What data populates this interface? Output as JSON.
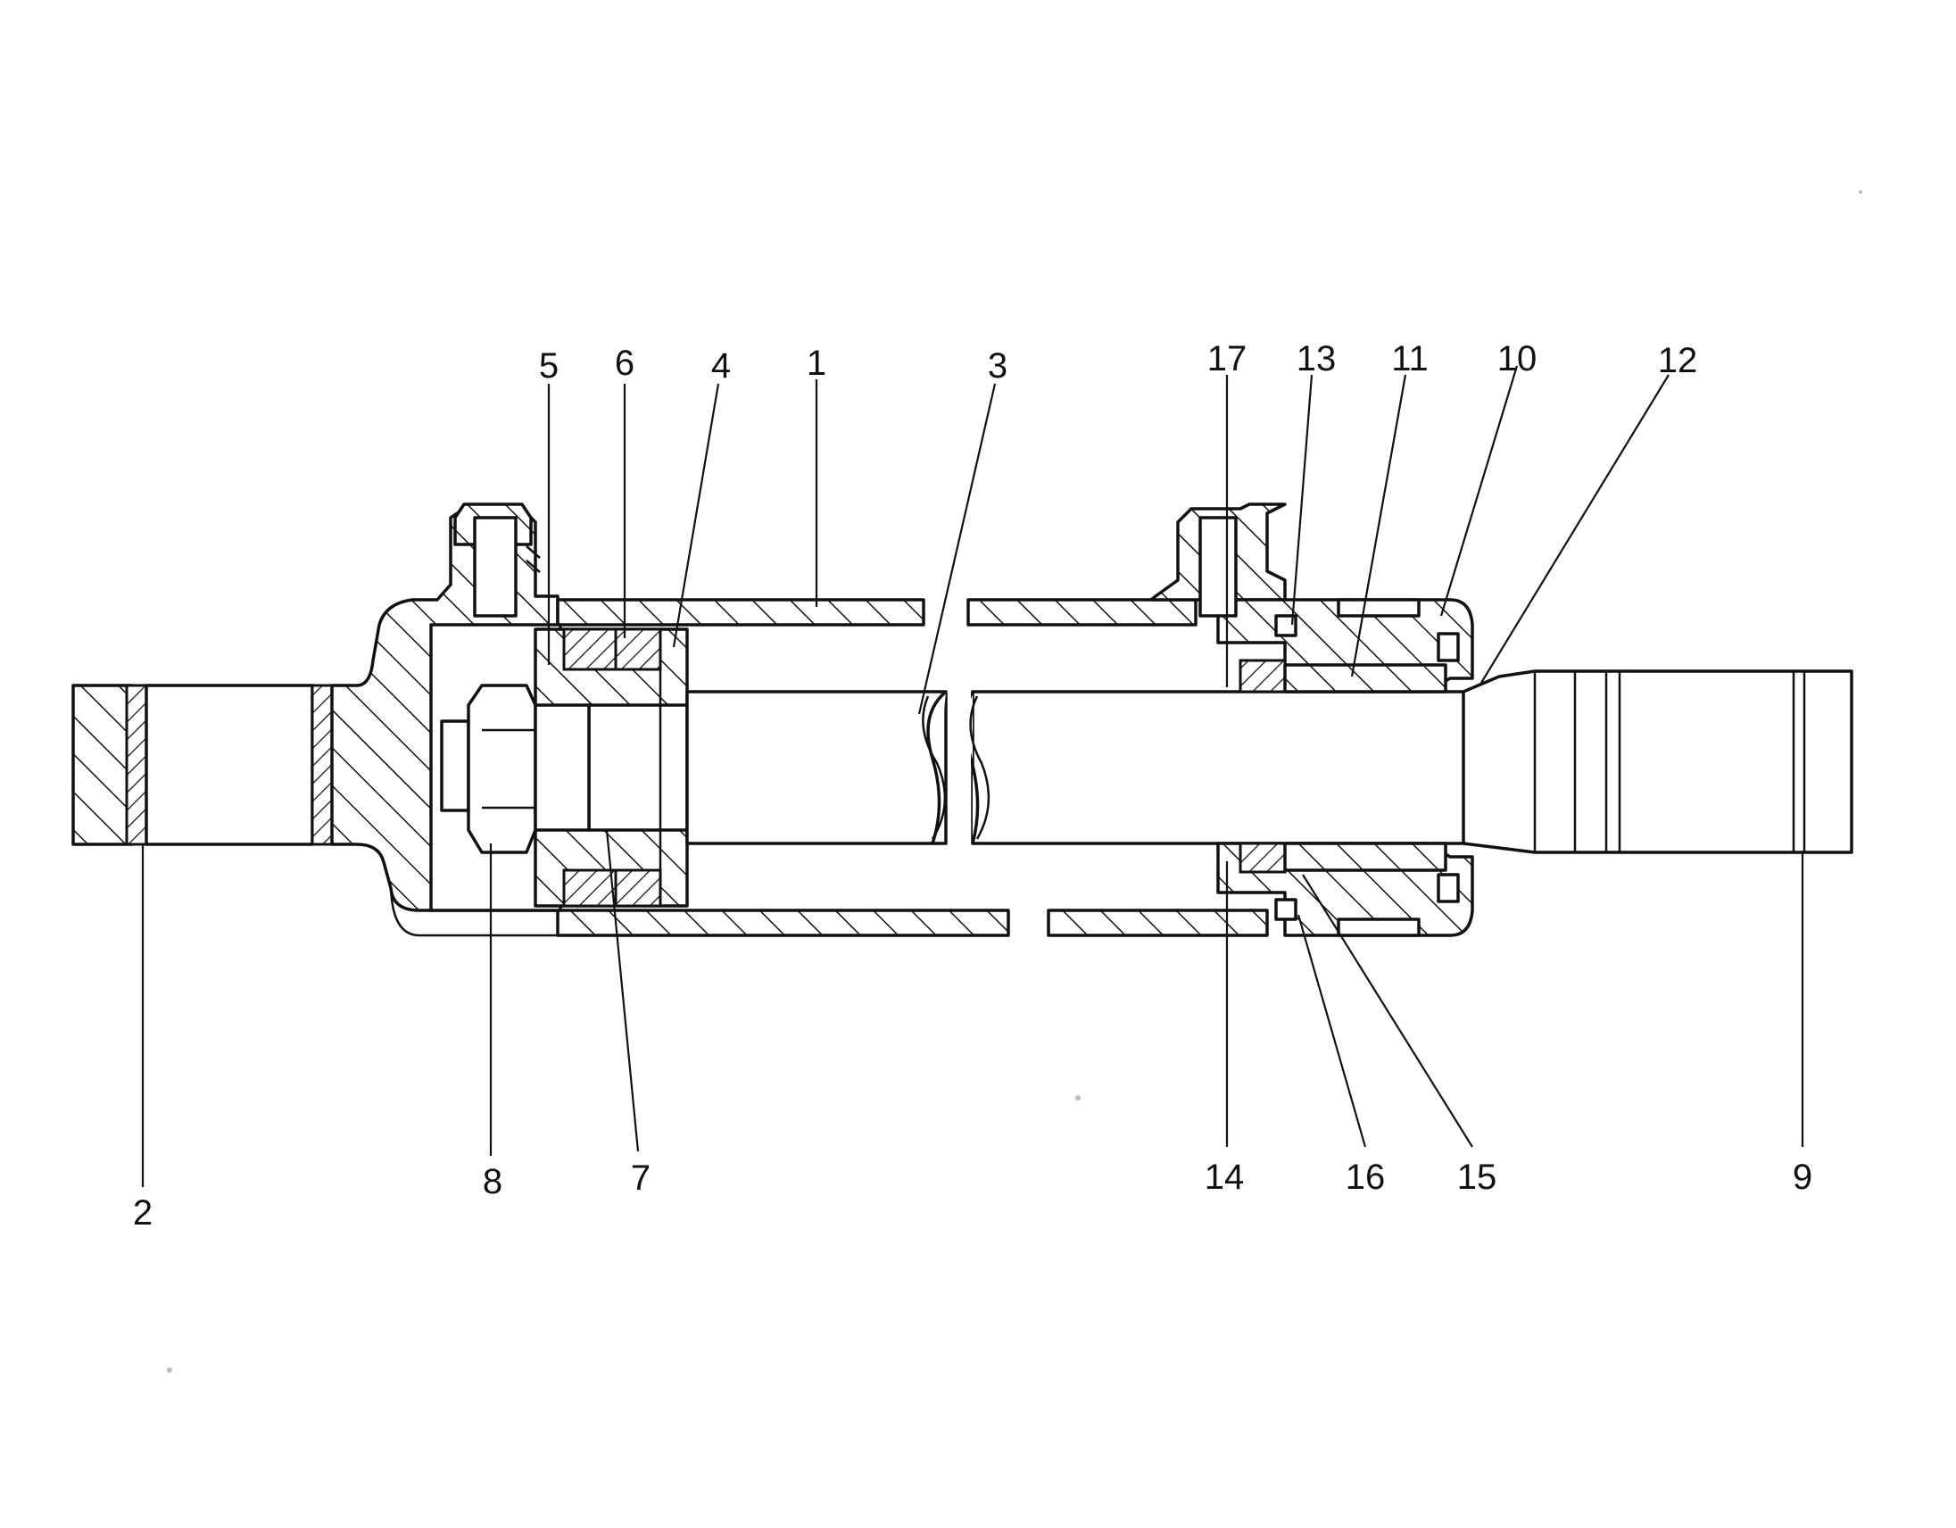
{
  "labels": {
    "l1": "1",
    "l2": "2",
    "l3": "3",
    "l4": "4",
    "l5": "5",
    "l6": "6",
    "l7": "7",
    "l8": "8",
    "l9": "9",
    "l10": "10",
    "l11": "11",
    "l12": "12",
    "l13": "13",
    "l14": "14",
    "l15": "15",
    "l16": "16",
    "l17": "17"
  },
  "colors": {
    "ink": "#111111",
    "paper": "#ffffff"
  }
}
